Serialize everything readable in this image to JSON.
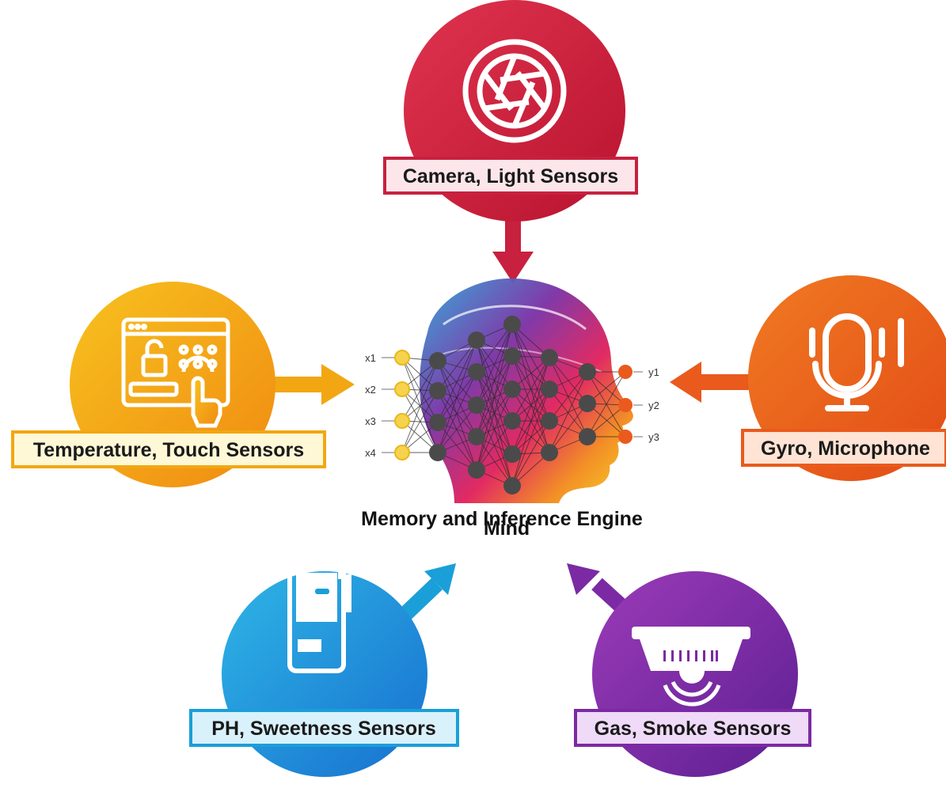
{
  "nodes": {
    "camera": {
      "label": "Camera, Light Sensors",
      "icon": "camera-aperture-icon",
      "color": "#c8203f"
    },
    "temperature": {
      "label": "Temperature, Touch Sensors",
      "icon": "keypad-touch-icon",
      "color": "#f2a712"
    },
    "gyro": {
      "label": "Gyro, Microphone",
      "icon": "microphone-icon",
      "color": "#ea5a1c"
    },
    "ph": {
      "label": "PH, Sweetness Sensors",
      "icon": "ph-meter-icon",
      "color": "#1a9fd8"
    },
    "gas": {
      "label": "Gas, Smoke Sensors",
      "icon": "smoke-detector-icon",
      "color": "#7b2aa3"
    }
  },
  "center": {
    "title": "Memory and Inference Engine",
    "subtitle": "Mind",
    "inputs": [
      "x1",
      "x2",
      "x3",
      "x4"
    ],
    "outputs": [
      "y1",
      "y2",
      "y3"
    ]
  }
}
